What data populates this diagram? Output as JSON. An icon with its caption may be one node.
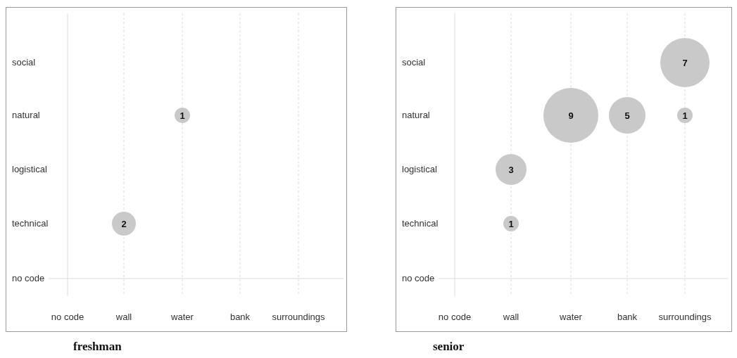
{
  "diagram": {
    "nodes": [
      {
        "text": [
          "freshman"
        ]
      },
      {
        "text": [
          "1"
        ],
        "in": 0
      },
      {
        "text": [
          "2"
        ],
        "in": 0
      },
      {
        "text": [
          "senior"
        ]
      },
      {
        "text": [
          "7"
        ],
        "in": 3
      },
      {
        "text": [
          "9"
        ],
        "in": 3
      },
      {
        "text": [
          "5"
        ],
        "in": 3
      },
      {
        "text": [
          "1"
        ],
        "in": 3
      },
      {
        "text": [
          "3"
        ],
        "in": 3
      },
      {
        "text": [
          "1"
        ],
        "in": 3
      }
    ],
    "edges": [],
    "labels": [
      "social",
      "natural",
      "logistical",
      "technical",
      "no code",
      "no code",
      "wall",
      "water",
      "bank",
      "surroundings",
      "social",
      "natural",
      "logistical",
      "technical",
      "no code",
      "no code",
      "wall",
      "water",
      "bank",
      "surroundings"
    ]
  }
}
